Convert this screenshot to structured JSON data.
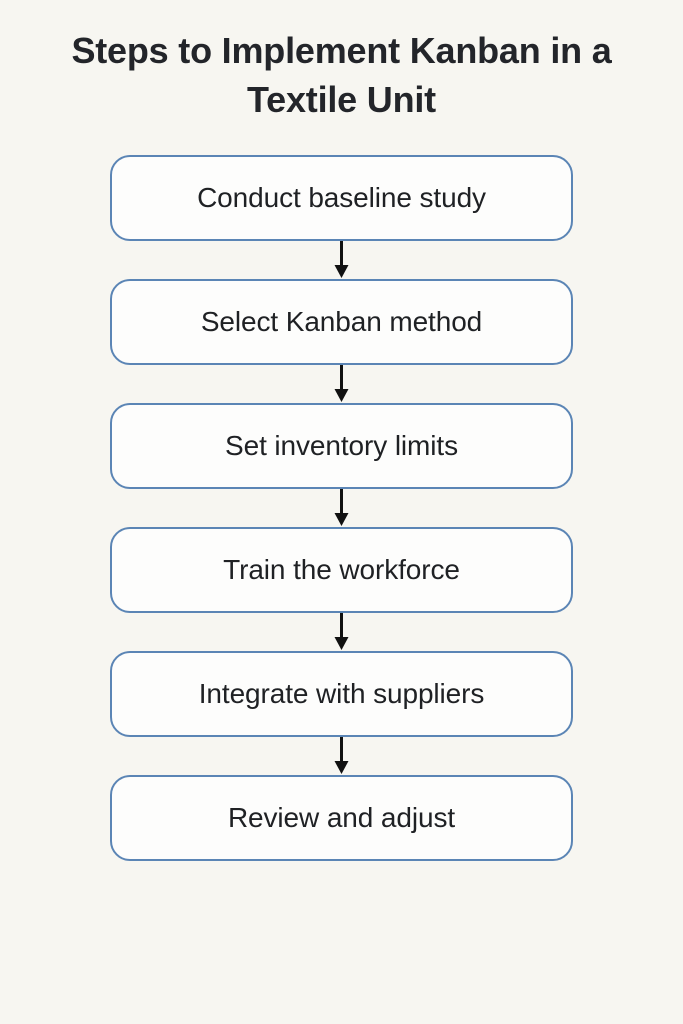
{
  "page": {
    "background_color": "#f7f6f1",
    "title": "Steps to Implement Kanban in a Textile Unit"
  },
  "theme": {
    "node_border_color": "#5b85b5",
    "node_fill_color": "#fdfdfc",
    "text_color": "#1f2124",
    "title_color": "#23252a",
    "arrow_color": "#111111"
  },
  "chart_data": {
    "type": "diagram",
    "diagram_type": "flowchart",
    "orientation": "vertical",
    "title": "Steps to Implement Kanban in a Textile Unit",
    "nodes": [
      {
        "id": "step-1",
        "label": "Conduct baseline study"
      },
      {
        "id": "step-2",
        "label": "Select Kanban method"
      },
      {
        "id": "step-3",
        "label": "Set inventory limits"
      },
      {
        "id": "step-4",
        "label": "Train the workforce"
      },
      {
        "id": "step-5",
        "label": "Integrate with suppliers"
      },
      {
        "id": "step-6",
        "label": "Review and adjust"
      }
    ],
    "edges": [
      {
        "from": "step-1",
        "to": "step-2",
        "style": "arrow-down"
      },
      {
        "from": "step-2",
        "to": "step-3",
        "style": "arrow-down"
      },
      {
        "from": "step-3",
        "to": "step-4",
        "style": "arrow-down"
      },
      {
        "from": "step-4",
        "to": "step-5",
        "style": "arrow-down"
      },
      {
        "from": "step-5",
        "to": "step-6",
        "style": "arrow-down"
      }
    ]
  }
}
